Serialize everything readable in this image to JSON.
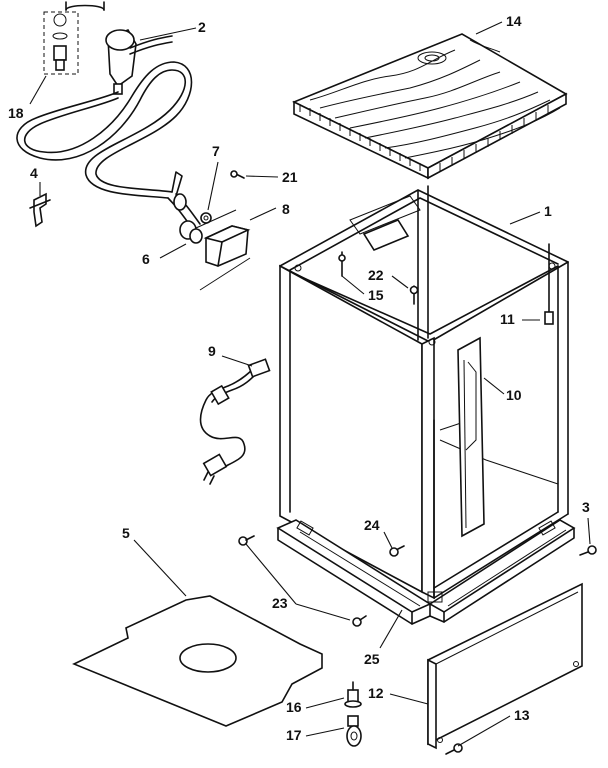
{
  "diagram": {
    "callouts": {
      "c1": "1",
      "c2": "2",
      "c3": "3",
      "c4": "4",
      "c5": "5",
      "c6": "6",
      "c7": "7",
      "c8": "8",
      "c9": "9",
      "c10": "10",
      "c11": "11",
      "c12": "12",
      "c13": "13",
      "c14": "14",
      "c15": "15",
      "c16": "16",
      "c17": "17",
      "c18": "18",
      "c21": "21",
      "c22": "22",
      "c23": "23",
      "c24": "24",
      "c25": "25"
    }
  }
}
